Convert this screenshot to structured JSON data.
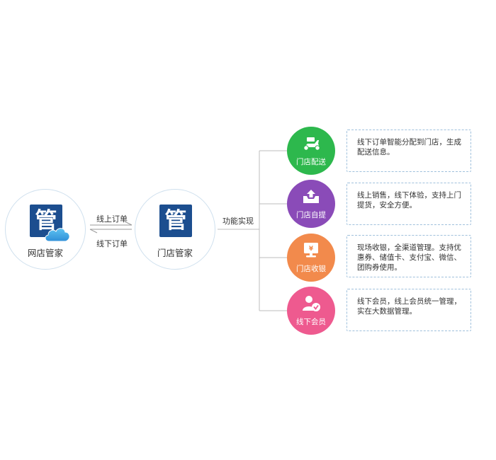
{
  "nodes": {
    "online": {
      "icon_char": "管",
      "label": "网店管家"
    },
    "store": {
      "icon_char": "管",
      "label": "门店管家"
    }
  },
  "arrows": {
    "top_label": "线上订单",
    "bottom_label": "线下订单"
  },
  "branch_label": "功能实现",
  "features": [
    {
      "label": "门店配送",
      "color": "#2db84d",
      "icon": "scooter-icon",
      "description": "线下订单智能分配到门店，生成配送信息。"
    },
    {
      "label": "门店自提",
      "color": "#8a4bb8",
      "icon": "tray-upload-icon",
      "description": "线上销售，线下体验，支持上门提货，安全方便。"
    },
    {
      "label": "门店收银",
      "color": "#f28a4c",
      "icon": "cash-register-icon",
      "description": "现场收银，全渠道管理。支持优惠券、储值卡、支付宝、微信、团购券使用。"
    },
    {
      "label": "线下会员",
      "color": "#ee5a8f",
      "icon": "member-check-icon",
      "description": "线下会员，线上会员统一管理，实在大数据管理。"
    }
  ]
}
